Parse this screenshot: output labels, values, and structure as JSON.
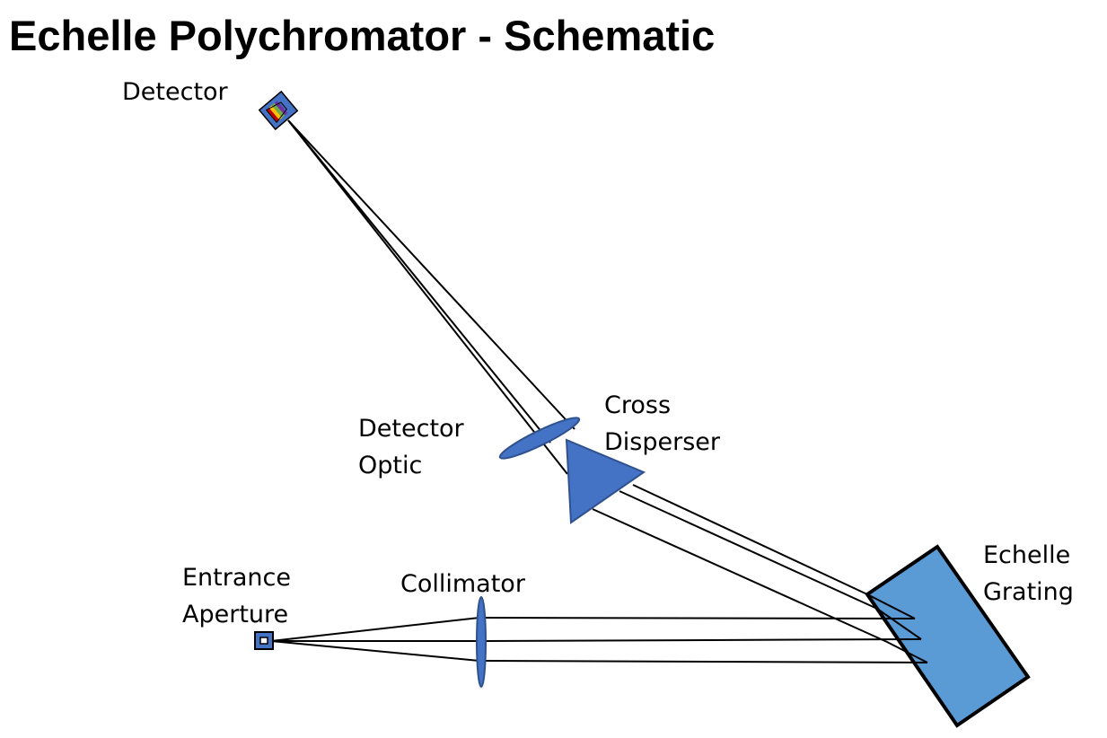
{
  "title": "Echelle Polychromator - Schematic",
  "colors": {
    "component_fill": "#4472c4",
    "grating_fill": "#5b9bd5",
    "ray_stroke": "#000000"
  },
  "labels": {
    "detector": "Detector",
    "detector_optic": [
      "Detector",
      "Optic"
    ],
    "cross_disperser": [
      "Cross",
      "Disperser"
    ],
    "entrance_aperture": [
      "Entrance",
      "Aperture"
    ],
    "collimator": "Collimator",
    "echelle_grating": [
      "Echelle",
      "Grating"
    ]
  }
}
